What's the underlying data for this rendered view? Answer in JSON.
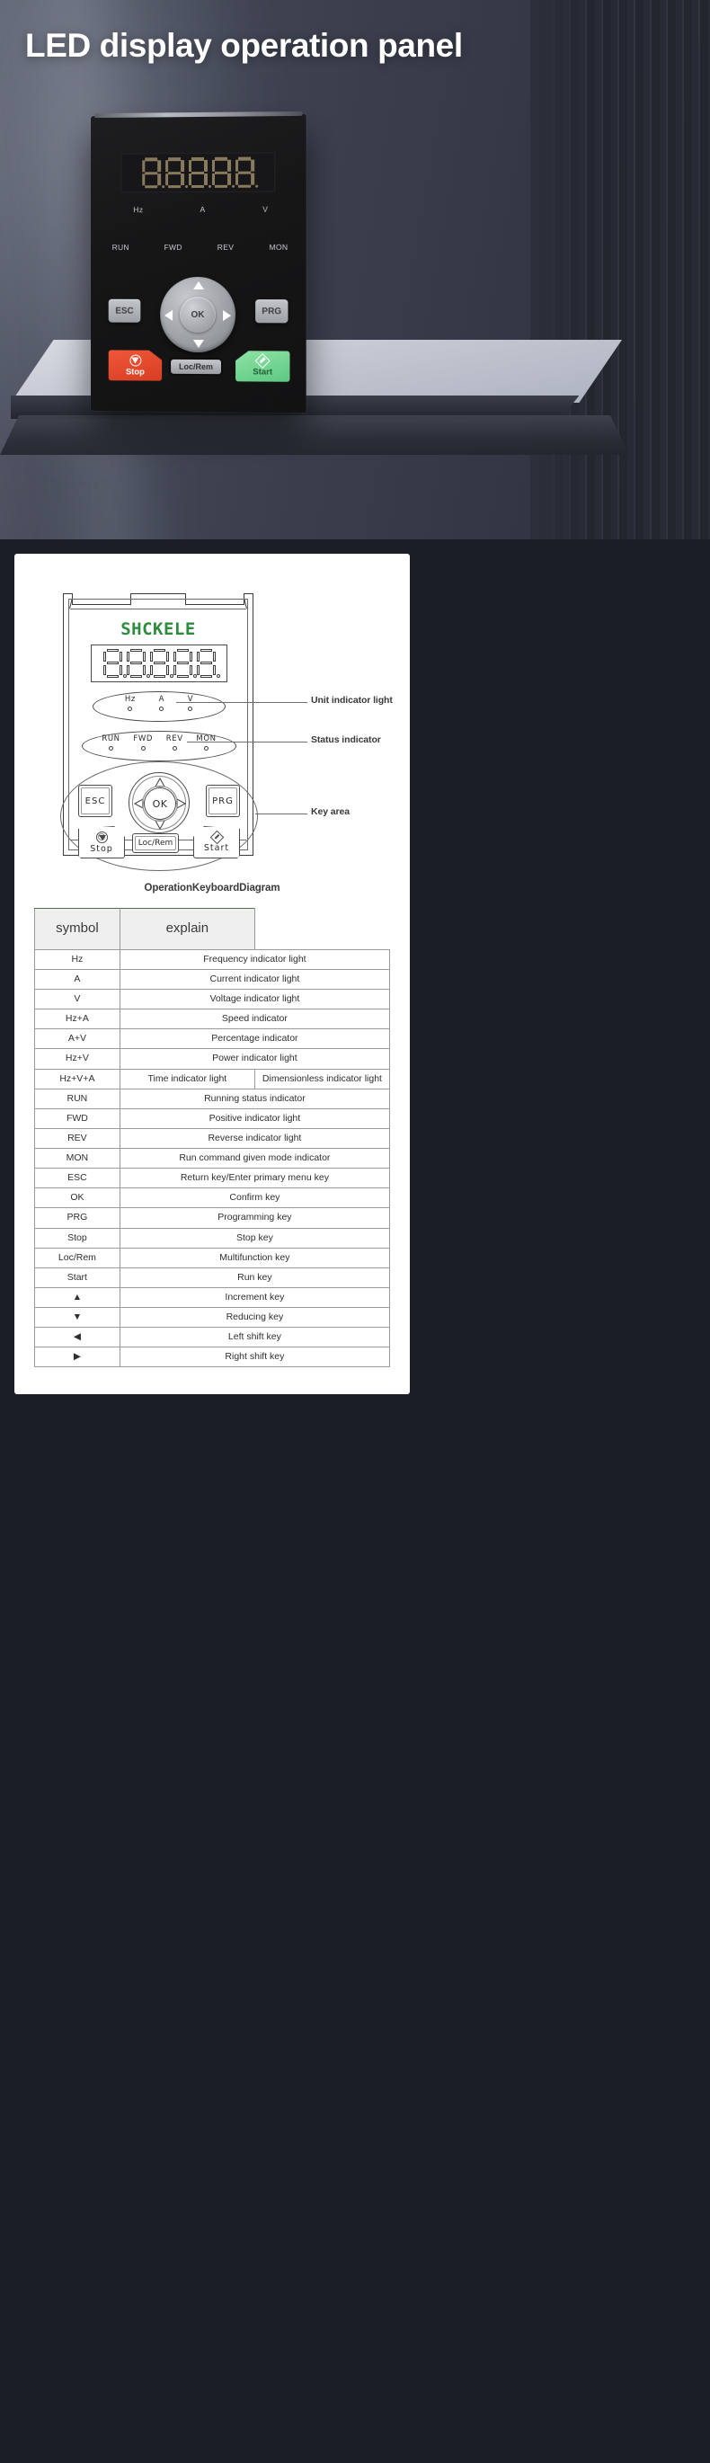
{
  "hero": {
    "title": "LED display operation panel",
    "device": {
      "digits": [
        "8",
        "8",
        "8",
        "8",
        "8"
      ],
      "unit_indicators": [
        "Hz",
        "A",
        "V"
      ],
      "status_indicators": [
        "RUN",
        "FWD",
        "REV",
        "MON"
      ],
      "keys": {
        "esc": "ESC",
        "prg": "PRG",
        "ok": "OK",
        "stop": "Stop",
        "locrem": "Loc/Rem",
        "start": "Start"
      },
      "icons": {
        "up": "triangle-up-icon",
        "down": "triangle-down-icon",
        "left": "triangle-left-icon",
        "right": "triangle-right-icon",
        "stop": "stop-octagon-icon",
        "start": "start-diamond-icon"
      }
    }
  },
  "diagram": {
    "brand": "SHCKELE",
    "digits": [
      "8",
      "8",
      "8",
      "8",
      "8"
    ],
    "unit_indicators": [
      "Hz",
      "A",
      "V"
    ],
    "status_indicators": [
      "RUN",
      "FWD",
      "REV",
      "MON"
    ],
    "keys": {
      "esc": "ESC",
      "prg": "PRG",
      "ok": "OK",
      "stop": "Stop",
      "locrem": "Loc/Rem",
      "start": "Start"
    },
    "callouts": [
      "Unit indicator light",
      "Status indicator",
      "Key area"
    ],
    "caption": "OperationKeyboardDiagram"
  },
  "table": {
    "headers": [
      "symbol",
      "explain"
    ],
    "rows": [
      {
        "symbol": "Hz",
        "explain": "Frequency indicator light"
      },
      {
        "symbol": "A",
        "explain": "Current indicator light"
      },
      {
        "symbol": "V",
        "explain": "Voltage indicator light"
      },
      {
        "symbol": "Hz+A",
        "explain": "Speed indicator"
      },
      {
        "symbol": "A+V",
        "explain": "Percentage indicator"
      },
      {
        "symbol": "Hz+V",
        "explain": "Power indicator light"
      },
      {
        "symbol": "Hz+V+A",
        "explain": "Time indicator light",
        "explain2": "Dimensionless indicator light"
      },
      {
        "symbol": "RUN",
        "explain": "Running status indicator"
      },
      {
        "symbol": "FWD",
        "explain": "Positive indicator light"
      },
      {
        "symbol": "REV",
        "explain": "Reverse indicator light"
      },
      {
        "symbol": "MON",
        "explain": "Run command given mode indicator"
      },
      {
        "symbol": "ESC",
        "explain": "Return key/Enter primary menu key"
      },
      {
        "symbol": "OK",
        "explain": "Confirm key"
      },
      {
        "symbol": "PRG",
        "explain": "Programming key"
      },
      {
        "symbol": "Stop",
        "explain": "Stop key"
      },
      {
        "symbol": "Loc/Rem",
        "explain": "Multifunction key"
      },
      {
        "symbol": "Start",
        "explain": "Run key"
      },
      {
        "symbol": "▲",
        "explain": "Increment key"
      },
      {
        "symbol": "▼",
        "explain": "Reducing key"
      },
      {
        "symbol": "◀",
        "explain": "Left shift key"
      },
      {
        "symbol": "▶",
        "explain": "Right shift key"
      }
    ]
  },
  "colors": {
    "brand_green": "#2f8b3e",
    "stop_red": "#e8492b",
    "start_green": "#6fd08d",
    "header_bg": "#efefef"
  }
}
